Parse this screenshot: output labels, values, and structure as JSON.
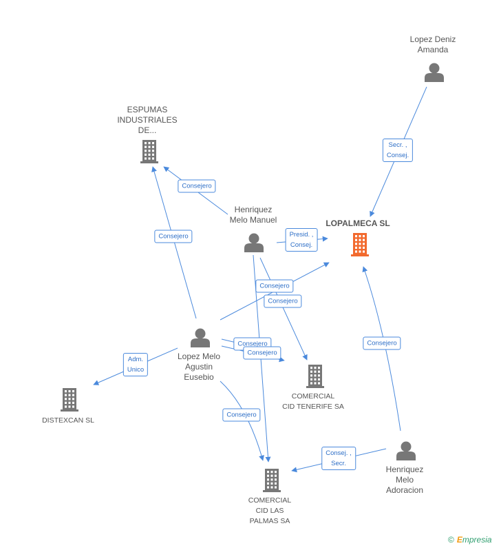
{
  "nodes": {
    "lopez_deniz": {
      "label_lines": [
        "Lopez Deniz",
        "Amanda"
      ],
      "icon": "person-icon"
    },
    "espumas": {
      "label_lines": [
        "ESPUMAS",
        "INDUSTRIALES",
        "DE..."
      ],
      "icon": "building-icon"
    },
    "henriquez_manuel": {
      "label_lines": [
        "Henriquez",
        "Melo Manuel"
      ],
      "icon": "person-icon"
    },
    "lopalmeca": {
      "label_lines": [
        "LOPALMECA SL"
      ],
      "icon": "building-icon",
      "color": "#f26a2e"
    },
    "lopez_melo": {
      "label_lines": [
        "Lopez Melo",
        "Agustin",
        "Eusebio"
      ],
      "icon": "person-icon"
    },
    "distexcan": {
      "label_lines": [
        "DISTEXCAN SL"
      ],
      "icon": "building-icon"
    },
    "tenerife": {
      "label_lines": [
        "COMERCIAL",
        "CID TENERIFE SA"
      ],
      "icon": "building-icon"
    },
    "henriquez_adoracion": {
      "label_lines": [
        "Henriquez",
        "Melo",
        "Adoracion"
      ],
      "icon": "person-icon"
    },
    "las_palmas": {
      "label_lines": [
        "COMERCIAL",
        "CID LAS",
        "PALMAS SA"
      ],
      "icon": "building-icon"
    }
  },
  "edges": [
    {
      "id": "e1",
      "label_lines": [
        "Secr. ,",
        "Consej."
      ]
    },
    {
      "id": "e2",
      "label_lines": [
        "Consejero"
      ]
    },
    {
      "id": "e3",
      "label_lines": [
        "Presid. ,",
        "Consej."
      ]
    },
    {
      "id": "e4",
      "label_lines": [
        "Consejero"
      ]
    },
    {
      "id": "e5",
      "label_lines": [
        "Consejero"
      ]
    },
    {
      "id": "e6",
      "label_lines": [
        "Consejero"
      ]
    },
    {
      "id": "e7",
      "label_lines": [
        "Consejero"
      ]
    },
    {
      "id": "e8",
      "label_lines": [
        "Consejero"
      ]
    },
    {
      "id": "e9",
      "label_lines": [
        "Adm.",
        "Unico"
      ]
    },
    {
      "id": "e10",
      "label_lines": [
        "Consejero"
      ]
    },
    {
      "id": "e11",
      "label_lines": [
        "Consejero"
      ]
    },
    {
      "id": "e12",
      "label_lines": [
        "Consej. ,",
        "Secr."
      ]
    }
  ],
  "colors": {
    "edge": "#4a89dc",
    "node_icon": "#777777",
    "focus": "#f26a2e"
  },
  "brand": {
    "copyright": "©",
    "e": "E",
    "rest": "mpresia"
  }
}
